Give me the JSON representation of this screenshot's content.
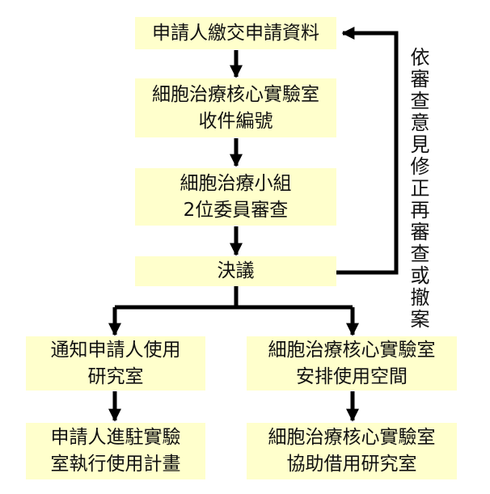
{
  "nodes": {
    "submit": {
      "line1": "申請人繳交申請資料"
    },
    "receive": {
      "line1": "細胞治療核心實驗室",
      "line2": "收件編號"
    },
    "review": {
      "line1": "細胞治療小組",
      "line2": "2位委員審查"
    },
    "decision": {
      "line1": "決議"
    },
    "notify": {
      "line1": "通知申請人使用",
      "line2": "研究室"
    },
    "arrange": {
      "line1": "細胞治療核心實驗室",
      "line2": "安排使用空間"
    },
    "station": {
      "line1": "申請人進駐實驗",
      "line2": "室執行使用計畫"
    },
    "assist": {
      "line1": "細胞治療核心實驗室",
      "line2": "協助借用研究室"
    }
  },
  "feedback_note": {
    "column1": "依審查意見修正再審查",
    "column2": "或撤案"
  },
  "colors": {
    "box_fill": "#ffffcc",
    "arrow": "#000000",
    "text": "#111111"
  }
}
